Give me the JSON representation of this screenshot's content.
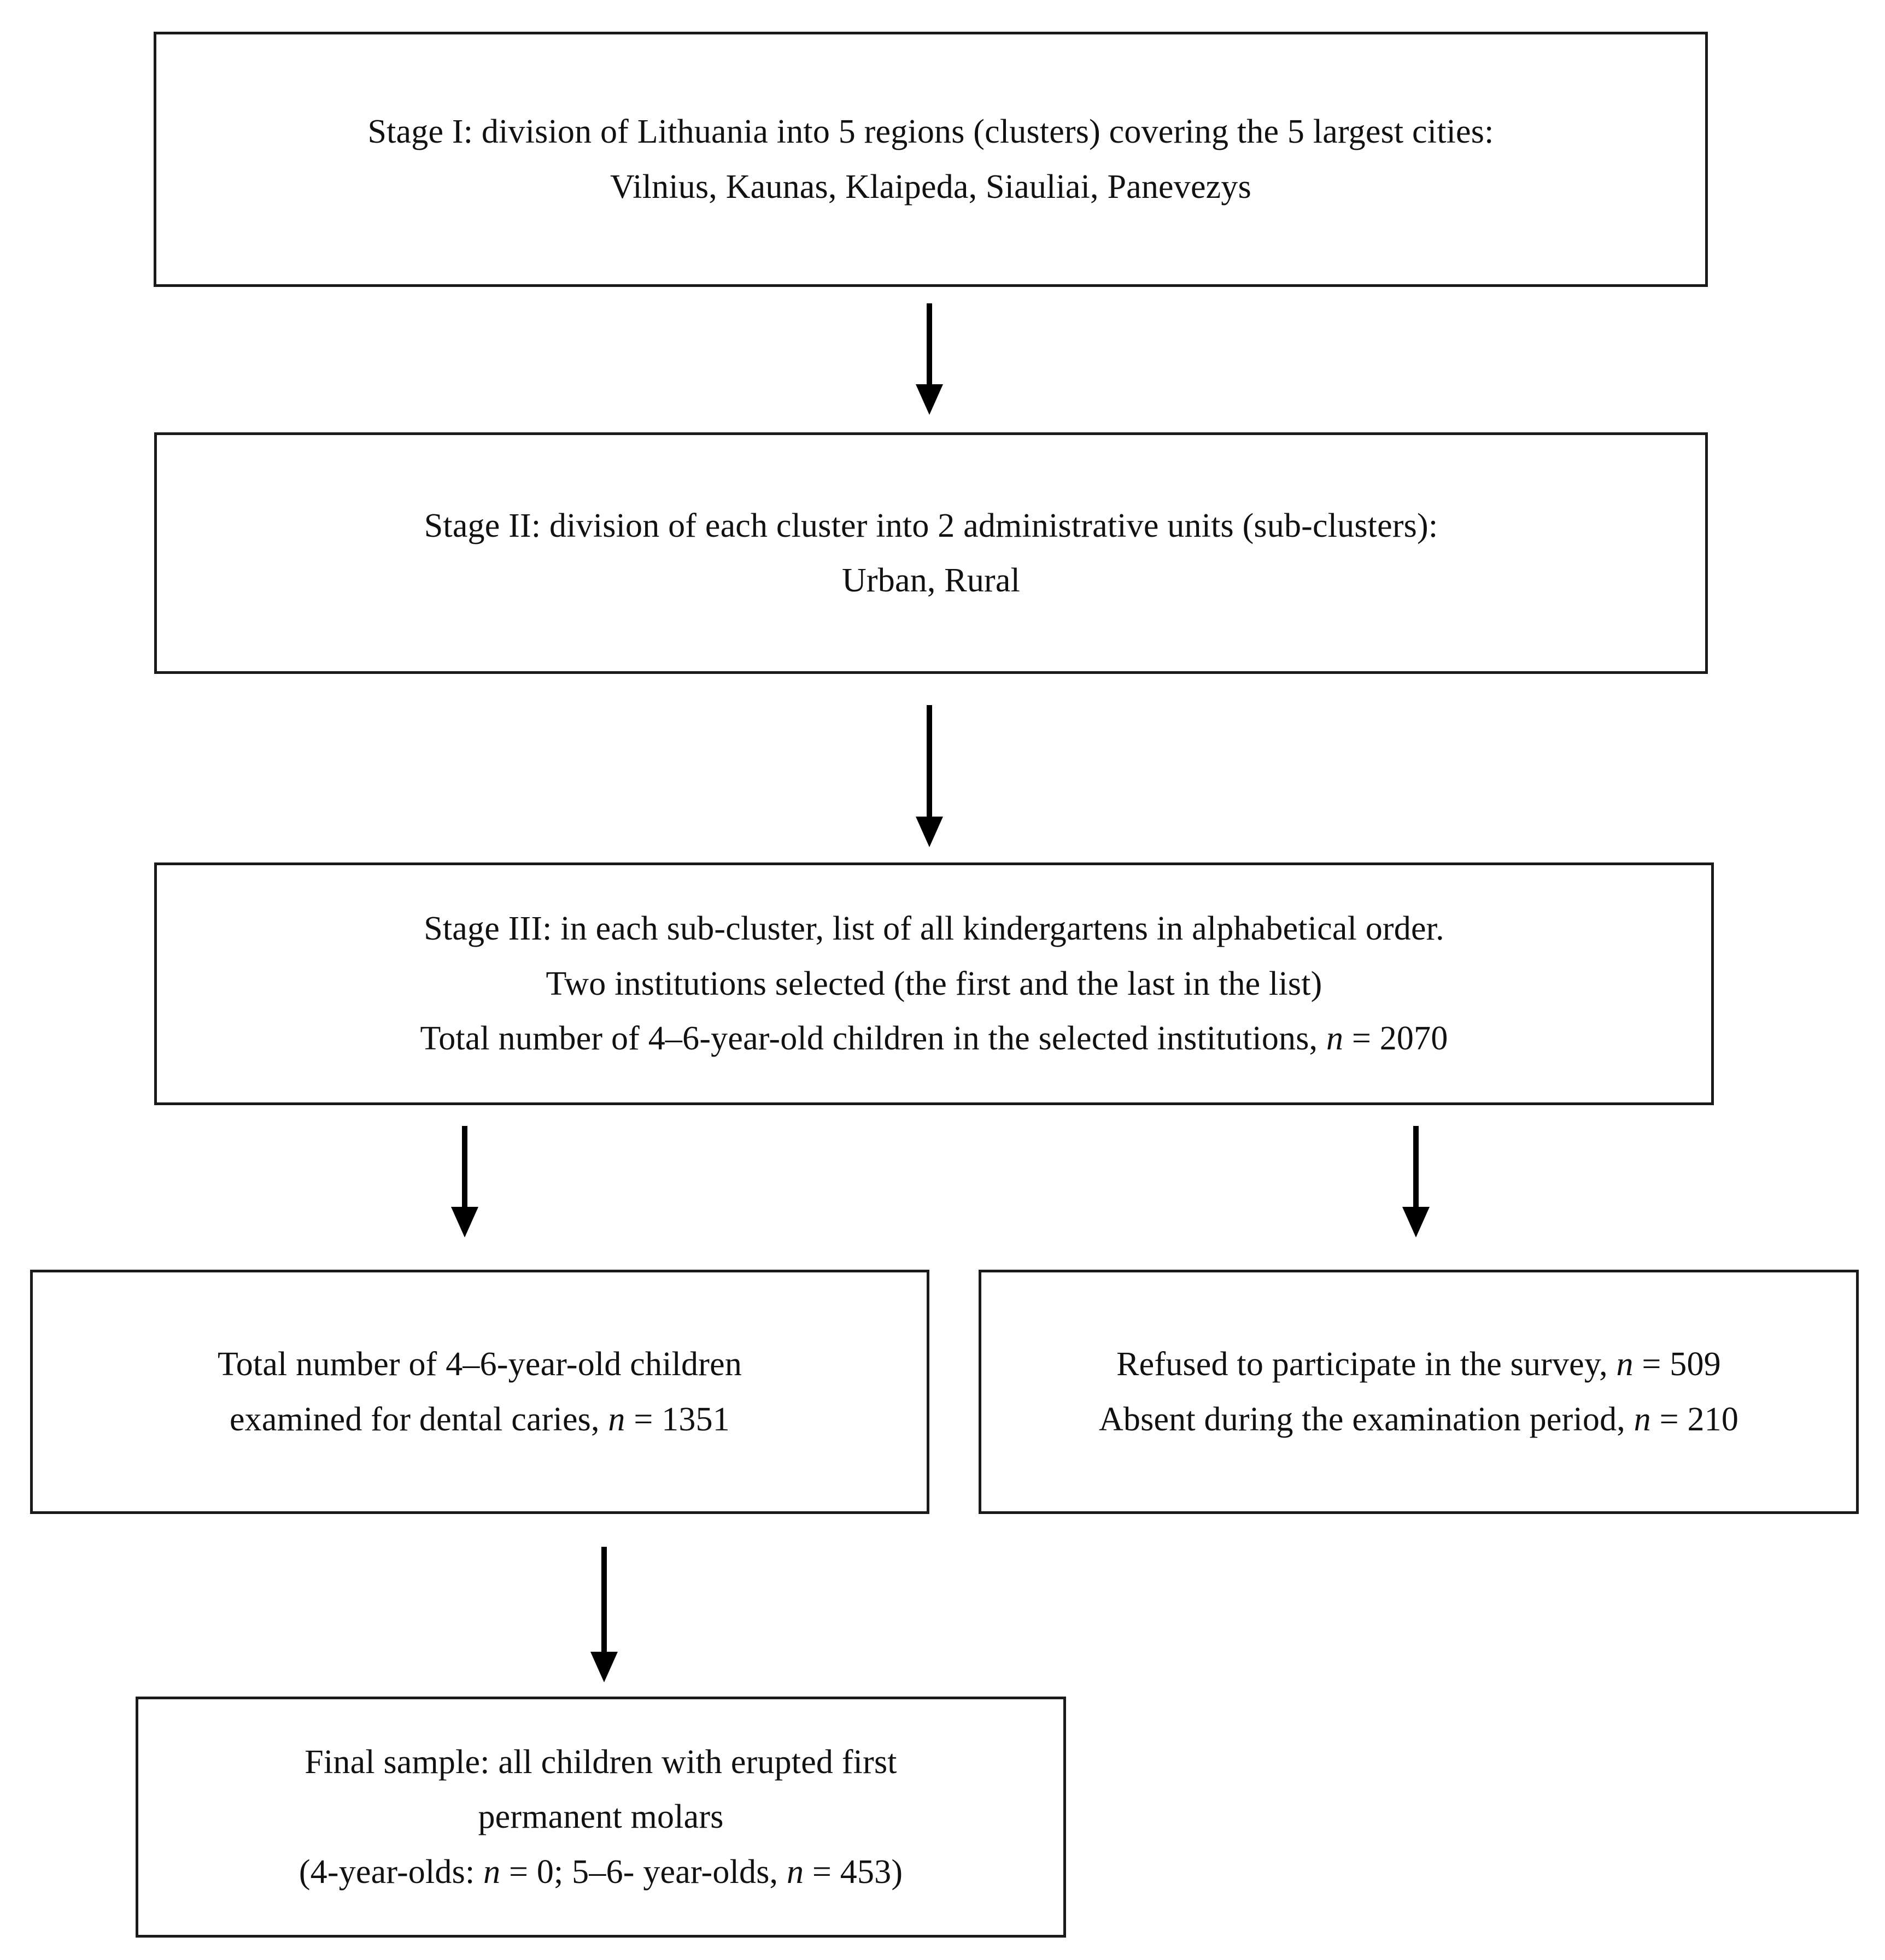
{
  "diagram": {
    "title": "Multistage cluster sampling flowchart",
    "line_color": "#1a1a1a",
    "text_color": "#111111",
    "background": "#ffffff",
    "nodes": [
      {
        "id": "stage-1",
        "name": "stage-one-box",
        "lines": [
          "Stage I: division of Lithuania into 5 regions (clusters) covering the 5 largest cities:",
          "Vilnius, Kaunas, Klaipeda, Siauliai, Panevezys"
        ],
        "text": "Stage I: division of Lithuania into 5 regions (clusters) covering the 5 largest cities:\nVilnius, Kaunas, Klaipeda, Siauliai, Panevezys"
      },
      {
        "id": "stage-2",
        "name": "stage-two-box",
        "lines": [
          "Stage II: division of each cluster into 2 administrative units (sub-clusters):",
          "Urban,  Rural"
        ],
        "text": "Stage II: division of each cluster into 2 administrative units (sub-clusters):\nUrban,  Rural"
      },
      {
        "id": "stage-3",
        "name": "stage-three-box",
        "lines": [
          "Stage III: in each sub-cluster, list of all kindergartens in alphabetical order.",
          "Two institutions selected (the first and the last in the list)",
          "Total number of  4–6-year-old children in the selected institutions, n = 2070"
        ],
        "text": "Stage III: in each sub-cluster, list of all kindergartens in alphabetical order.\nTwo institutions selected (the first and the last in the list)\nTotal number of  4–6-year-old children in the selected institutions, n = 2070"
      },
      {
        "id": "examined",
        "name": "examined-children-box",
        "lines": [
          "Total number of 4–6-year-old children",
          "examined for dental caries, n = 1351"
        ],
        "text": "Total number of 4–6-year-old children\nexamined for dental caries, n = 1351"
      },
      {
        "id": "excluded",
        "name": "excluded-children-box",
        "lines": [
          "Refused to participate in the survey, n = 509",
          "Absent during the examination period, n = 210"
        ],
        "text": "Refused to participate in the survey, n = 509\nAbsent during the examination period, n = 210"
      },
      {
        "id": "final-sample",
        "name": "final-sample-box",
        "lines": [
          "Final sample: all children with erupted  first",
          "permanent molars",
          "(4-year-olds: n = 0; 5–6- year-olds, n = 453)"
        ],
        "text": "Final sample: all children with erupted  first\npermanent molars\n(4-year-olds: n = 0; 5–6- year-olds, n = 453)"
      }
    ],
    "connectors": [
      {
        "id": "arrow-stage1-to-stage2",
        "name": "arrow-stage1-to-stage2"
      },
      {
        "id": "arrow-stage2-to-stage3",
        "name": "arrow-stage2-to-stage3"
      },
      {
        "id": "arrow-stage3-to-examined",
        "name": "arrow-stage3-to-examined"
      },
      {
        "id": "arrow-stage3-to-excluded",
        "name": "arrow-stage3-to-excluded"
      },
      {
        "id": "arrow-examined-to-final",
        "name": "arrow-examined-to-final"
      }
    ],
    "values": {
      "total_children_selected_institutions": 2070,
      "examined_for_dental_caries": 1351,
      "refused_to_participate": 509,
      "absent_during_examination": 210,
      "final_sample_4_year_olds": 0,
      "final_sample_5_6_year_olds": 453,
      "regions_clusters": 5,
      "administrative_units": 2
    }
  }
}
